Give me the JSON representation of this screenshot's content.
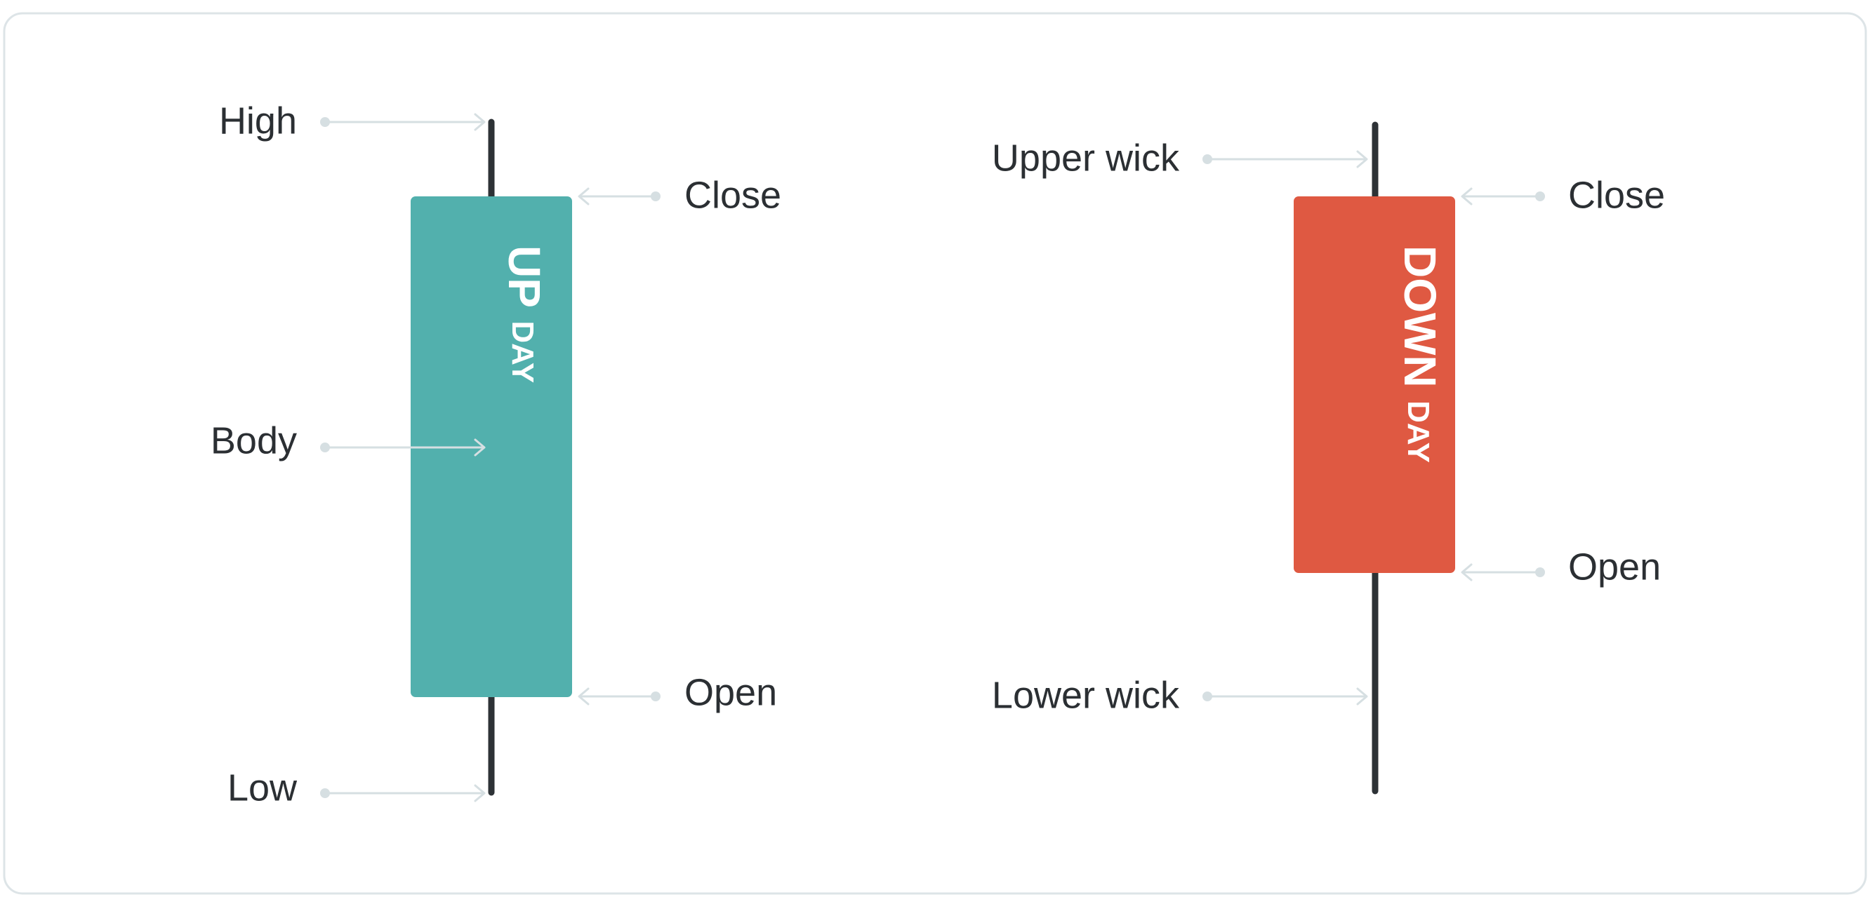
{
  "colors": {
    "up_body": "#52b0ad",
    "down_body": "#df5942",
    "wick": "#2d3236",
    "label_text": "#2b2f33",
    "leader_line": "#d6dfe2",
    "frame_border": "#dde4e7"
  },
  "up_candle": {
    "word_main": "UP",
    "word_small": "DAY",
    "labels": {
      "high": "High",
      "close": "Close",
      "body": "Body",
      "open": "Open",
      "low": "Low"
    }
  },
  "down_candle": {
    "word_main": "DOWN",
    "word_small": "DAY",
    "labels": {
      "upper_wick": "Upper wick",
      "close": "Close",
      "open": "Open",
      "lower_wick": "Lower wick"
    }
  }
}
